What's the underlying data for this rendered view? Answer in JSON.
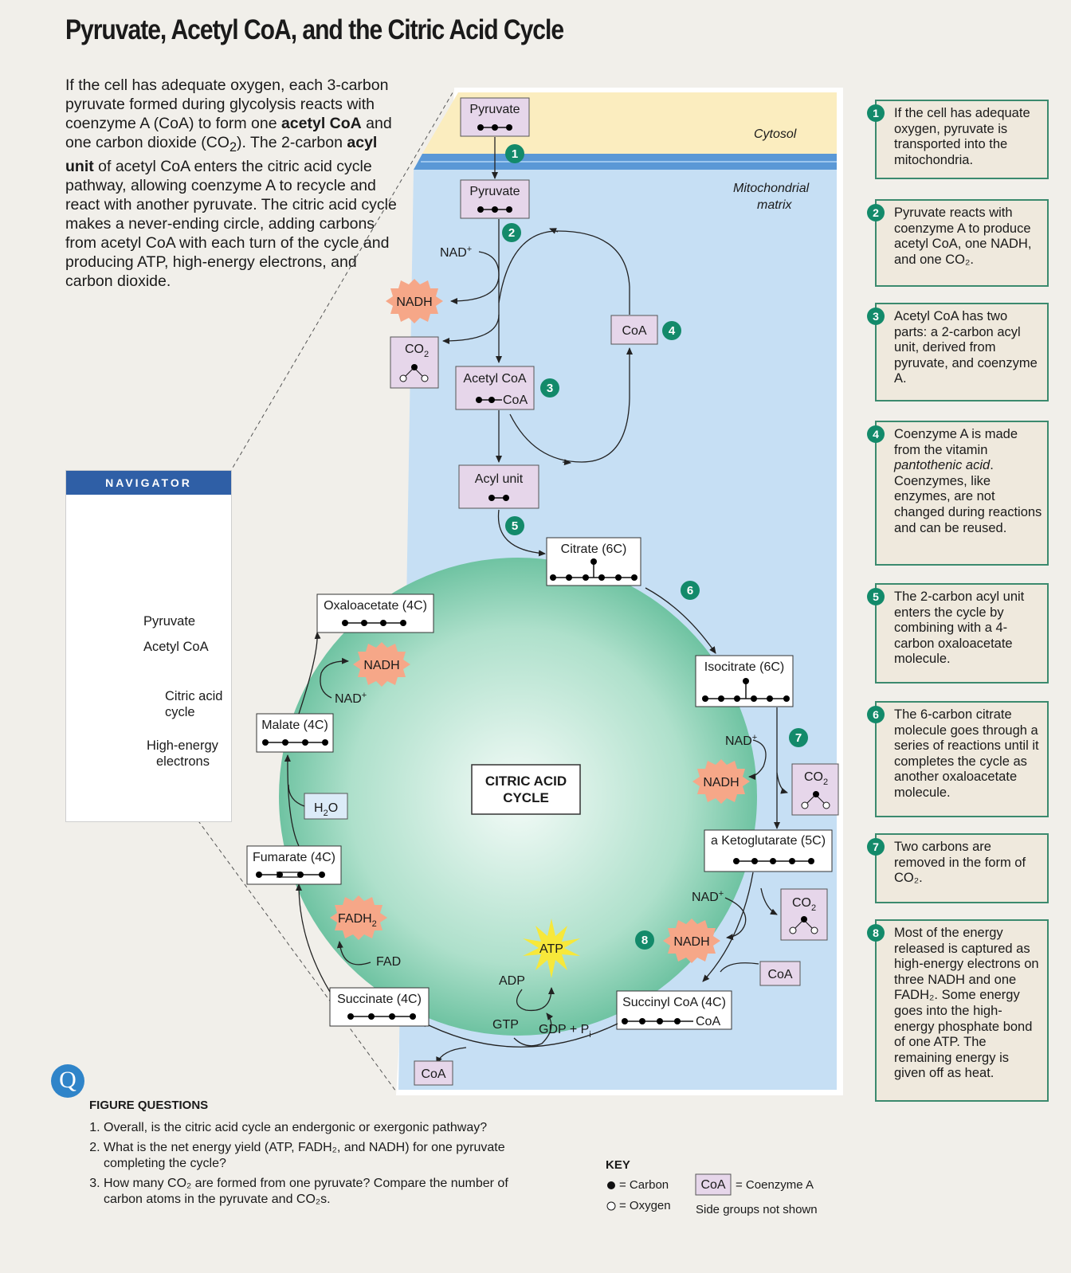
{
  "title": "Pyruvate, Acetyl CoA, and the Citric Acid Cycle",
  "intro": {
    "p1": "If the cell has adequate oxygen, each 3-carbon pyruvate formed during glycolysis reacts with coenzyme A (CoA) to form one ",
    "b1": "acetyl CoA",
    "p2": " and one carbon dioxide (CO",
    "sub1": "2",
    "p3": "). The 2-carbon ",
    "b2": "acyl unit",
    "p4": " of acetyl CoA enters the citric acid cycle pathway, allowing coenzyme A to recycle and react with another pyruvate. The citric acid cycle makes a never-ending circle, adding carbons from acetyl CoA with each turn of the cycle and producing ATP, high-energy electrons, and carbon dioxide."
  },
  "regions": {
    "cytosol": "Cytosol",
    "matrix_1": "Mitochondrial",
    "matrix_2": "matrix"
  },
  "molecules": {
    "pyruvate": "Pyruvate",
    "acetyl_coa": "Acetyl CoA",
    "coa": "CoA",
    "acyl_unit": "Acyl unit",
    "citrate": "Citrate (6C)",
    "isocitrate": "Isocitrate (6C)",
    "a_ketoglutarate": "a Ketoglutarate (5C)",
    "succinyl_coa": "Succinyl CoA (4C)",
    "succinate": "Succinate (4C)",
    "fumarate": "Fumarate (4C)",
    "malate": "Malate (4C)",
    "oxaloacetate": "Oxaloacetate (4C)",
    "cycle_1": "CITRIC ACID",
    "cycle_2": "CYCLE"
  },
  "cofactors": {
    "nad": "NAD",
    "nad_sup": "+",
    "nadh": "NADH",
    "co2": "CO",
    "co2_sub": "2",
    "fad": "FAD",
    "fadh": "FADH",
    "fadh_sub": "2",
    "h2o_h": "H",
    "h2o_sub": "2",
    "h2o_o": "O",
    "atp": "ATP",
    "adp": "ADP",
    "gtp": "GTP",
    "gdp": "GDP + P",
    "gdp_sub": "i",
    "dash_coa": "CoA"
  },
  "steps": [
    {
      "n": "1",
      "text": "If the cell has adequate oxygen, pyruvate is transported into the mitochondria."
    },
    {
      "n": "2",
      "text": "Pyruvate reacts with coenzyme A to produce acetyl CoA, one NADH, and one CO₂."
    },
    {
      "n": "3",
      "text": "Acetyl CoA has two parts: a 2-carbon acyl unit, derived from pyruvate, and coenzyme A."
    },
    {
      "n": "4",
      "text_a": "Coenzyme A is made from the vitamin ",
      "text_i": "pantothenic acid",
      "text_b": ". Coenzymes, like enzymes, are not changed during reactions and can be reused."
    },
    {
      "n": "5",
      "text": "The 2-carbon acyl unit enters the cycle by combining with a 4-carbon oxaloacetate molecule."
    },
    {
      "n": "6",
      "text": "The 6-carbon citrate molecule goes through a series of reactions until it completes the cycle as another oxaloacetate molecule."
    },
    {
      "n": "7",
      "text": "Two carbons are removed in the form of CO₂."
    },
    {
      "n": "8",
      "text": "Most of the energy released is captured as high-energy electrons on three NADH and one FADH₂. Some energy goes into the high-energy phosphate bond of one ATP. The remaining energy is given off as heat."
    }
  ],
  "navigator": {
    "title": "NAVIGATOR",
    "pyruvate": "Pyruvate",
    "acetyl_coa": "Acetyl CoA",
    "cycle_1": "Citric acid",
    "cycle_2": "cycle",
    "electrons_1": "High-energy",
    "electrons_2": "electrons"
  },
  "figure_questions": {
    "icon": "Q",
    "title": "FIGURE QUESTIONS",
    "q1": "Overall, is the citric acid cycle an endergonic or exergonic pathway?",
    "q2": "What is the net energy yield (ATP, FADH₂, and NADH) for one pyruvate completing the cycle?",
    "q3": "How many CO₂ are formed from one pyruvate? Compare the number of carbon atoms in the pyruvate and CO₂s."
  },
  "key": {
    "title": "KEY",
    "carbon": "= Carbon",
    "oxygen": "= Oxygen",
    "coa": "CoA",
    "coenzyme": "= Coenzyme A",
    "side": "Side groups not shown"
  },
  "colors": {
    "cytosol": "#fbedbf",
    "matrix": "#c6dff4",
    "membrane": "#4f8fd0",
    "cycle_fill": "#8fd4b8",
    "molecule_box": "#e6d6ea",
    "step_badge": "#138a6a",
    "nadh_burst": "#f6a788",
    "atp_burst": "#f7e83a",
    "navigator_header": "#2f5fa6"
  }
}
